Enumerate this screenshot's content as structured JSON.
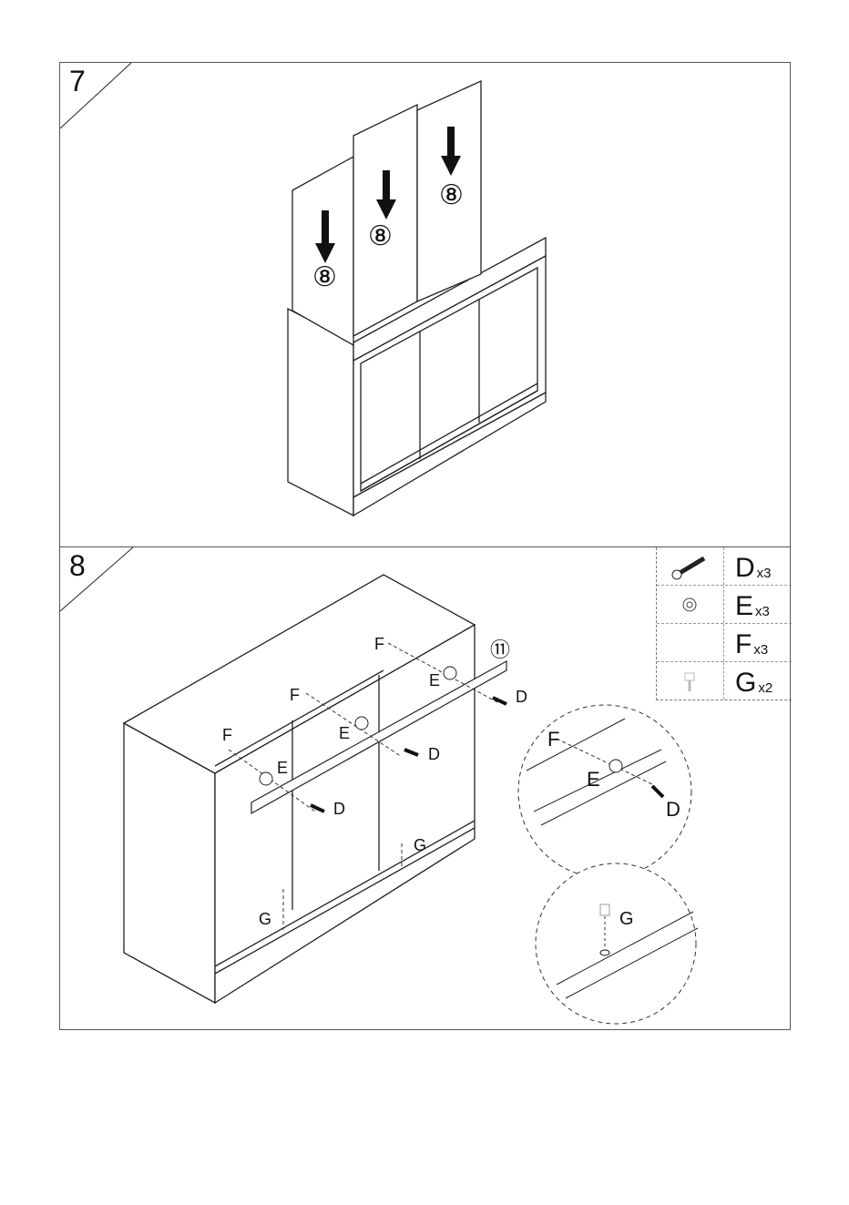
{
  "steps": [
    {
      "number": "7",
      "panel_numbers": [
        "⑧",
        "⑧",
        "⑧"
      ]
    },
    {
      "number": "8",
      "callout": "⑪",
      "labels": {
        "F": "F",
        "E": "E",
        "D": "D",
        "G": "G"
      },
      "parts": [
        {
          "letter": "D",
          "qty": "x3",
          "icon": "screw-icon"
        },
        {
          "letter": "E",
          "qty": "x3",
          "icon": "cam-lock-icon"
        },
        {
          "letter": "F",
          "qty": "x3",
          "icon": "none"
        },
        {
          "letter": "G",
          "qty": "x2",
          "icon": "shelf-pin-icon"
        }
      ]
    }
  ]
}
